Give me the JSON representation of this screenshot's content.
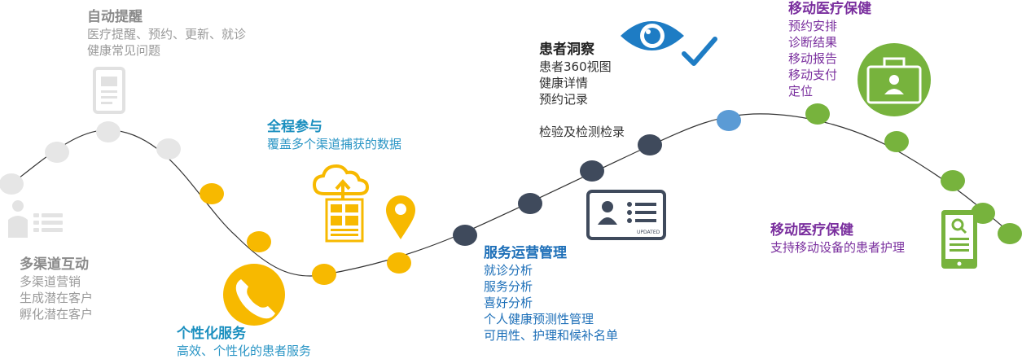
{
  "colors": {
    "gray": "#e6e6e6",
    "yellow": "#f7b900",
    "navy": "#3f4a5c",
    "light_blue": "#5b9bd5",
    "green": "#77b33d",
    "line": "#333333"
  },
  "sections": {
    "auto_reminder": {
      "title": "自动提醒",
      "lines": [
        "医疗提醒、预约、更新、就诊",
        "健康常见问题"
      ]
    },
    "omnichannel": {
      "title": "多渠道互动",
      "lines": [
        "多渠道营销",
        "生成潜在客户",
        "孵化潜在客户"
      ]
    },
    "full_engagement": {
      "title": "全程参与",
      "lines": [
        "覆盖多个渠道捕获的数据"
      ]
    },
    "personalized": {
      "title": "个性化服务",
      "lines": [
        "高效、个性化的患者服务"
      ]
    },
    "patient_insight": {
      "title": "患者洞察",
      "lines": [
        "患者360视图",
        "健康详情",
        "预约记录"
      ],
      "extra": "检验及检测检录"
    },
    "service_ops": {
      "title": "服务运营管理",
      "lines": [
        "就诊分析",
        "服务分析",
        "喜好分析",
        "个人健康预测性管理",
        "可用性、护理和候补名单"
      ]
    },
    "mobile_care_top": {
      "title": "移动医疗保健",
      "lines": [
        "预约安排",
        "诊断结果",
        "移动报告",
        "移动支付",
        "定位"
      ]
    },
    "mobile_care_bottom": {
      "title": "移动医疗保健",
      "lines": [
        "支持移动设备的患者护理"
      ]
    }
  },
  "icons": {
    "person_list": "person-list-icon",
    "phone_doc": "tablet-document-icon",
    "phone": "phone-icon",
    "cloud_upload": "cloud-upload-icon",
    "location": "location-pin-icon",
    "eye_check": "eye-check-icon",
    "id_card": "id-card-icon",
    "id_card_label": "UPDATED",
    "medical_kit": "medical-briefcase-icon",
    "tablet_search": "tablet-search-icon"
  },
  "nodes": [
    {
      "stage": "gray"
    },
    {
      "stage": "gray"
    },
    {
      "stage": "gray"
    },
    {
      "stage": "gray"
    },
    {
      "stage": "yellow"
    },
    {
      "stage": "yellow"
    },
    {
      "stage": "yellow"
    },
    {
      "stage": "yellow"
    },
    {
      "stage": "navy"
    },
    {
      "stage": "navy"
    },
    {
      "stage": "navy"
    },
    {
      "stage": "navy"
    },
    {
      "stage": "light_blue"
    },
    {
      "stage": "green"
    },
    {
      "stage": "green"
    },
    {
      "stage": "green"
    },
    {
      "stage": "green"
    },
    {
      "stage": "green"
    }
  ]
}
